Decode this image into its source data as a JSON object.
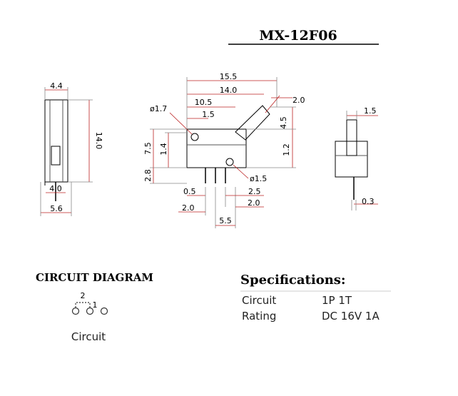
{
  "title": "MX-12F06",
  "dimensions": {
    "left_top_width": "4.4",
    "left_height": "14.0",
    "left_inner": "4.0",
    "left_base": "5.6",
    "top_overall": "15.5",
    "top_body": "14.0",
    "top_offset": "10.5",
    "top_small": "1.5",
    "lever_width": "2.0",
    "hole_dia": "ø1.7",
    "lever_height": "4.5",
    "body_upper": "7.5",
    "hole_height": "1.4",
    "body_right": "1.2",
    "pin_height": "2.8",
    "pin_hole_dia": "ø1.5",
    "pin_thickness": "0.5",
    "pin_gap_right": "2.5",
    "pin_pitch_left": "2.0",
    "pin_pitch_right": "2.0",
    "pin_span": "5.5",
    "right_top": "1.5",
    "right_pin": "0.3"
  },
  "circuit_diagram": {
    "heading": "CIRCUIT DIAGRAM",
    "pin_2": "2",
    "pin_1": "1",
    "caption": "Circuit"
  },
  "specifications": {
    "heading": "Specifications:",
    "rows": [
      {
        "label": "Circuit",
        "value": "1P 1T"
      },
      {
        "label": "Rating",
        "value": "DC 16V 1A"
      }
    ]
  }
}
